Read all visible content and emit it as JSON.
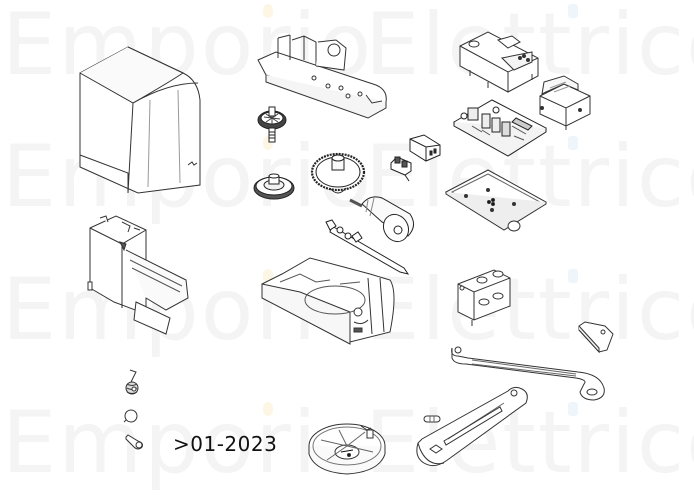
{
  "diagram": {
    "type": "exploded-parts-diagram",
    "subject": "gate operator motor assembly",
    "label": ">01-2023",
    "watermark": {
      "left_text": "Emporio",
      "right_text": "Elettrico",
      "rows": 4,
      "color": "#f4f4f4"
    },
    "line_color": "#333333",
    "background": "#ffffff",
    "parts": [
      {
        "id": "cover",
        "name": "Housing cover"
      },
      {
        "id": "gearbox-base",
        "name": "Gearbox upper case"
      },
      {
        "id": "pinion-gear",
        "name": "Pinion gear with shaft"
      },
      {
        "id": "spur-gear-small",
        "name": "Small spur gear"
      },
      {
        "id": "spur-gear-large",
        "name": "Large spur gear"
      },
      {
        "id": "limit-switch",
        "name": "Limit switch"
      },
      {
        "id": "connector-module",
        "name": "Connector module"
      },
      {
        "id": "motor",
        "name": "Electric motor"
      },
      {
        "id": "worm-shaft",
        "name": "Worm shaft"
      },
      {
        "id": "control-box-cover",
        "name": "Control box cover"
      },
      {
        "id": "control-board",
        "name": "Control board (PCB)"
      },
      {
        "id": "transformer",
        "name": "Transformer"
      },
      {
        "id": "mounting-plate",
        "name": "Board mounting plate"
      },
      {
        "id": "frame",
        "name": "Internal frame"
      },
      {
        "id": "gearbox-housing",
        "name": "Gearbox lower housing"
      },
      {
        "id": "bracket-block",
        "name": "Bracket block"
      },
      {
        "id": "stop-plate",
        "name": "Stop plate"
      },
      {
        "id": "curved-arm",
        "name": "Curved arm"
      },
      {
        "id": "straight-arm",
        "name": "Straight arm"
      },
      {
        "id": "pin",
        "name": "Pin"
      },
      {
        "id": "release-lever",
        "name": "Release lever with spring"
      },
      {
        "id": "cam",
        "name": "Cam"
      },
      {
        "id": "key",
        "name": "Release key"
      },
      {
        "id": "base-dish",
        "name": "Base dish"
      }
    ]
  }
}
